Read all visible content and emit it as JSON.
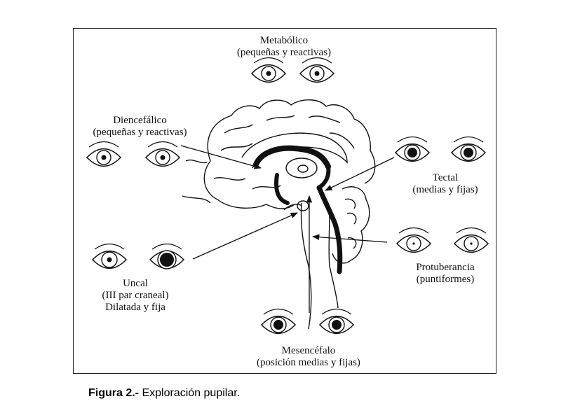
{
  "labels": {
    "metabolico": {
      "title": "Metabólico",
      "detail": "(pequeñas y reactivas)"
    },
    "diencefalico": {
      "title": "Diencefálico",
      "detail": "(pequeñas y reactivas)"
    },
    "tectal": {
      "title": "Tectal",
      "detail": "(medias y fijas)"
    },
    "uncal": {
      "title": "Uncal",
      "detail": "(III par craneal)",
      "detail2": "Dilatada y fija"
    },
    "protuberancia": {
      "title": "Protuberancia",
      "detail": "(puntiformes)"
    },
    "mesencefalo": {
      "title": "Mesencéfalo",
      "detail": "(posición medias y fijas)"
    }
  },
  "caption": {
    "prefix": "Figura 2.-",
    "text": "Exploración pupilar."
  },
  "colors": {
    "ink": "#111111",
    "frame": "#222222"
  }
}
